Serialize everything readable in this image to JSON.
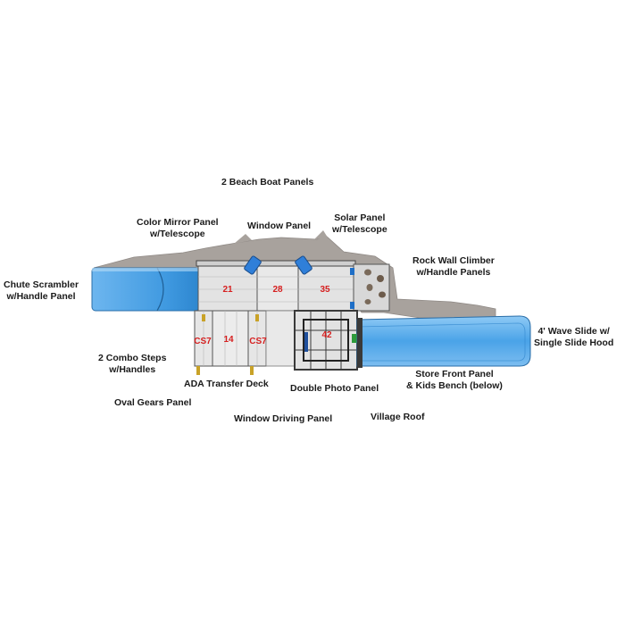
{
  "labels": {
    "beach_boat": [
      "2 Beach Boat Panels"
    ],
    "color_mirror": [
      "Color Mirror Panel",
      "w/Telescope"
    ],
    "window_panel": [
      "Window Panel"
    ],
    "solar_panel": [
      "Solar Panel",
      "w/Telescope"
    ],
    "rock_wall": [
      "Rock Wall Climber",
      "w/Handle Panels"
    ],
    "chute_scrambler": [
      "Chute Scrambler",
      "w/Handle Panel"
    ],
    "wave_slide": [
      "4' Wave Slide w/",
      "Single Slide Hood"
    ],
    "combo_steps": [
      "2 Combo Steps",
      "w/Handles"
    ],
    "ada_transfer": [
      "ADA Transfer Deck"
    ],
    "double_photo": [
      "Double Photo Panel"
    ],
    "store_front": [
      "Store Front Panel",
      "& Kids Bench (below)"
    ],
    "oval_gears": [
      "Oval Gears Panel"
    ],
    "window_driving": [
      "Window Driving Panel"
    ],
    "village_roof": [
      "Village Roof"
    ]
  },
  "deck_numbers": {
    "d21": "21",
    "d28": "28",
    "d35": "35",
    "d14": "14",
    "cs7_left": "CS7",
    "cs7_right": "CS7",
    "d42": "42"
  },
  "colors": {
    "slide_blue": "#5aa9e6",
    "deck_gray": "#e3e3e3",
    "roof_taupe": "#a8a29d",
    "frame_dark": "#3a3a3a",
    "number_red": "#d61f1f",
    "accent_green": "#2e9b3a"
  }
}
